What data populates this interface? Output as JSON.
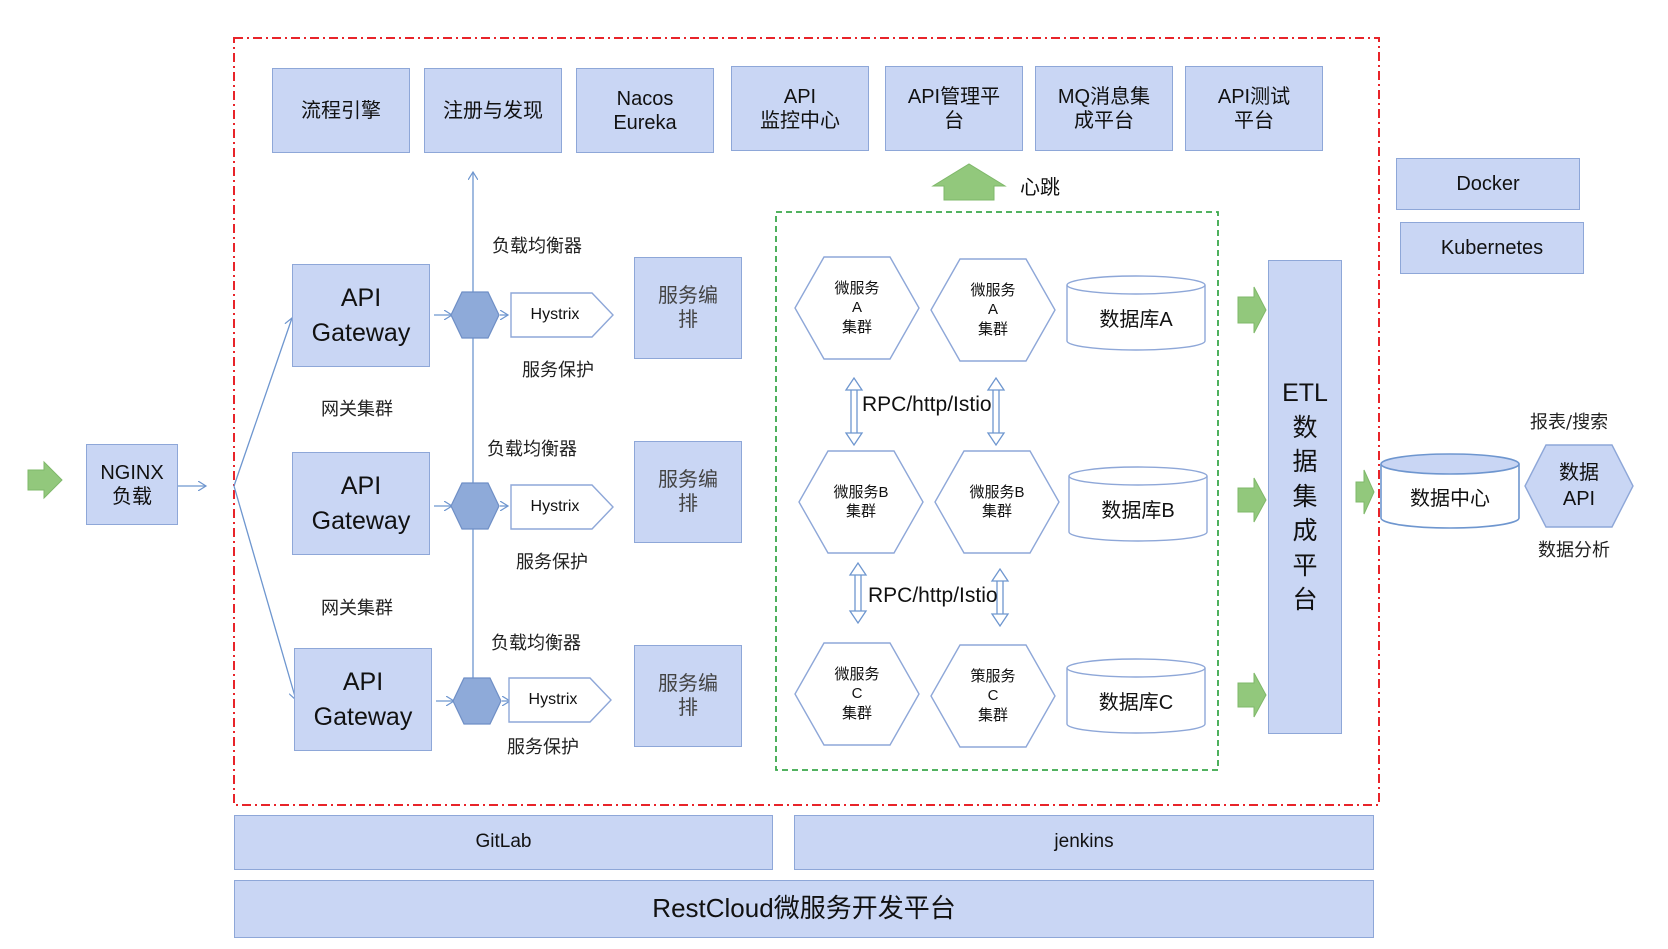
{
  "top_services": [
    "流程引擎",
    "注册与发现",
    "Nacos\nEureka",
    "API\n监控中心",
    "API管理平\n台",
    "MQ消息集\n成平台",
    "API测试\n平台"
  ],
  "heartbeat_label": "心跳",
  "side_tools": [
    "Docker",
    "Kubernetes"
  ],
  "nginx": "NGINX\n负载",
  "gateway_label": "API\nGateway",
  "gateway_cluster_label": "网关集群",
  "load_balancer_label": "负载均衡器",
  "hystrix_label": "Hystrix",
  "service_protection_label": "服务保护",
  "orchestration_label": "服务编\n排",
  "microservices": {
    "row_a": [
      "微服务\nA\n集群",
      "微服务\nA\n集群"
    ],
    "row_b": [
      "微服务B\n集群",
      "微服务B\n集群"
    ],
    "row_c": [
      "微服务\nC\n集群",
      "策服务\nC\n集群"
    ]
  },
  "databases": [
    "数据库A",
    "数据库B",
    "数据库C"
  ],
  "rpc_label": "RPC/http/Istio",
  "etl_label": "ETL\n数\n据\n集\n成\n平\n台",
  "data_center": "数据中心",
  "data_api": "数据\nAPI",
  "report_search": "报表/搜索",
  "data_analysis": "数据分析",
  "gitlab": "GitLab",
  "jenkins": "jenkins",
  "platform": "RestCloud微服务开发平台",
  "colors": {
    "box_fill": "#c9d6f4",
    "box_border": "#8ea7d8",
    "red_frame": "#e8242a",
    "green_frame": "#3aa84a",
    "arrow_green": "#92c87c",
    "line_blue": "#6e96cf",
    "hexagon_dark": "#8eaad9"
  }
}
